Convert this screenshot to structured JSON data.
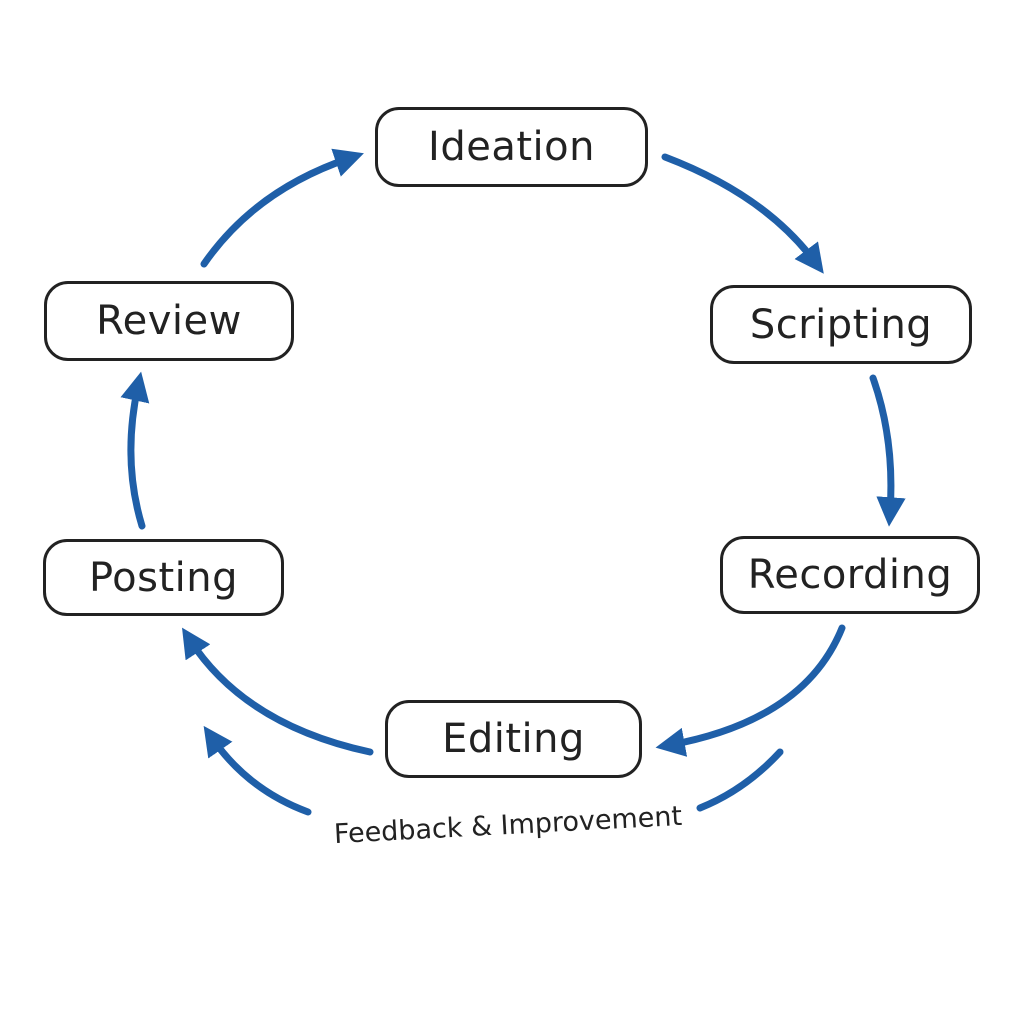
{
  "diagram": {
    "accent_color": "#1f5fa8",
    "stages": [
      {
        "label": "Ideation"
      },
      {
        "label": "Scripting"
      },
      {
        "label": "Recording"
      },
      {
        "label": "Editing"
      },
      {
        "label": "Posting"
      },
      {
        "label": "Review"
      }
    ],
    "feedback_label": "Feedback & Improvement"
  }
}
